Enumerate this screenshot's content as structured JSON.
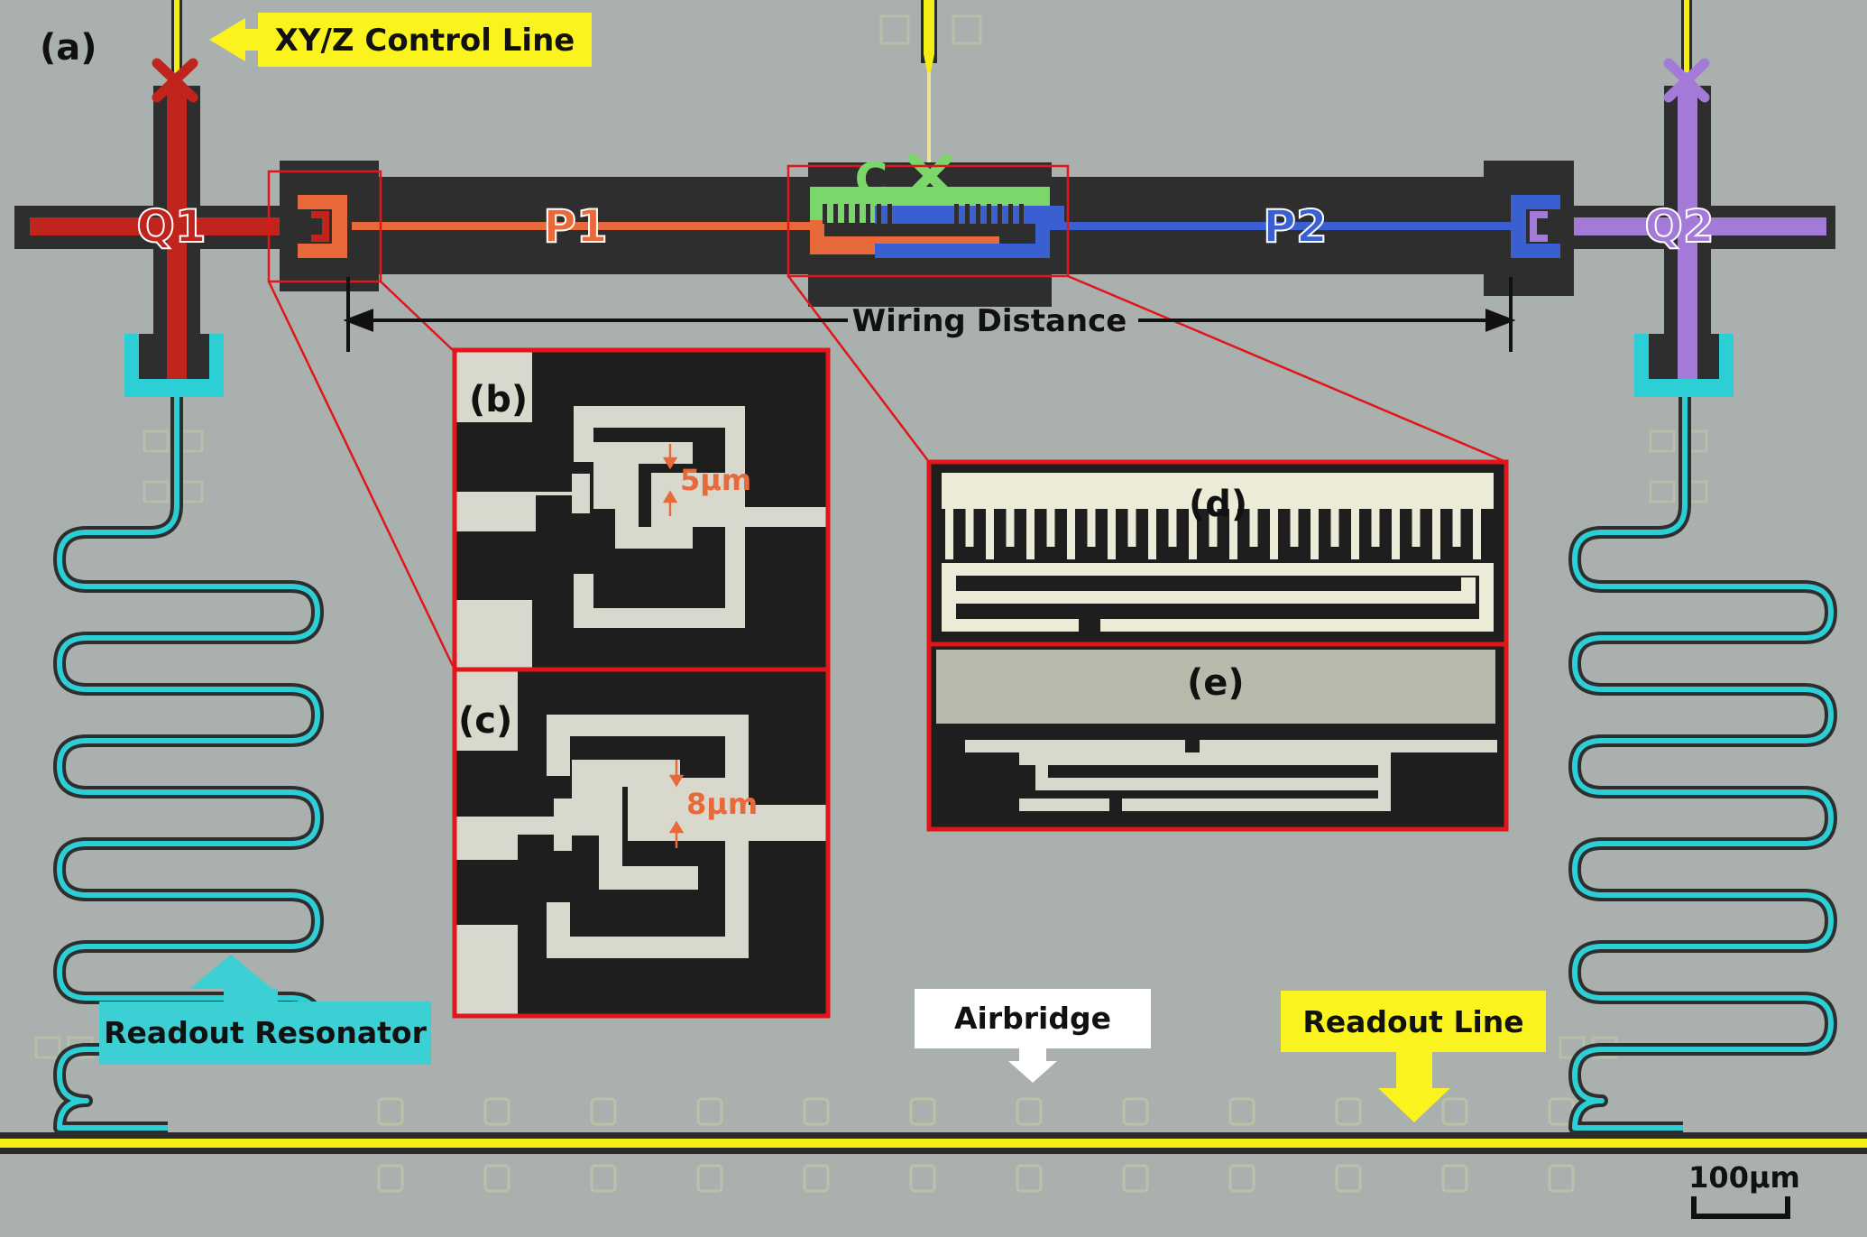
{
  "panel_labels": {
    "a": "(a)",
    "b": "(b)",
    "c": "(c)",
    "d": "(d)",
    "e": "(e)"
  },
  "components": {
    "q1": "Q1",
    "q2": "Q2",
    "p1": "P1",
    "p2": "P2",
    "coupler": "C"
  },
  "callouts": {
    "xyz_control_line": "XY/Z Control Line",
    "wiring_distance": "Wiring Distance",
    "readout_resonator": "Readout Resonator",
    "airbridge": "Airbridge",
    "readout_line": "Readout Line"
  },
  "measurements": {
    "gap_b": "5μm",
    "gap_c": "8μm"
  },
  "scale_bar": "100μm",
  "colors": {
    "background": "#a9b0ad",
    "q1": "#c0241c",
    "p1": "#e8693a",
    "coupler": "#7ad86a",
    "p2": "#3a5fd0",
    "q2": "#a37ad8",
    "resonator": "#2ccfd6",
    "highlight_box": "#e0161b",
    "callout_yellow": "#fbf31e",
    "callout_cyan": "#3ccfd3",
    "callout_white": "#ffffff"
  }
}
